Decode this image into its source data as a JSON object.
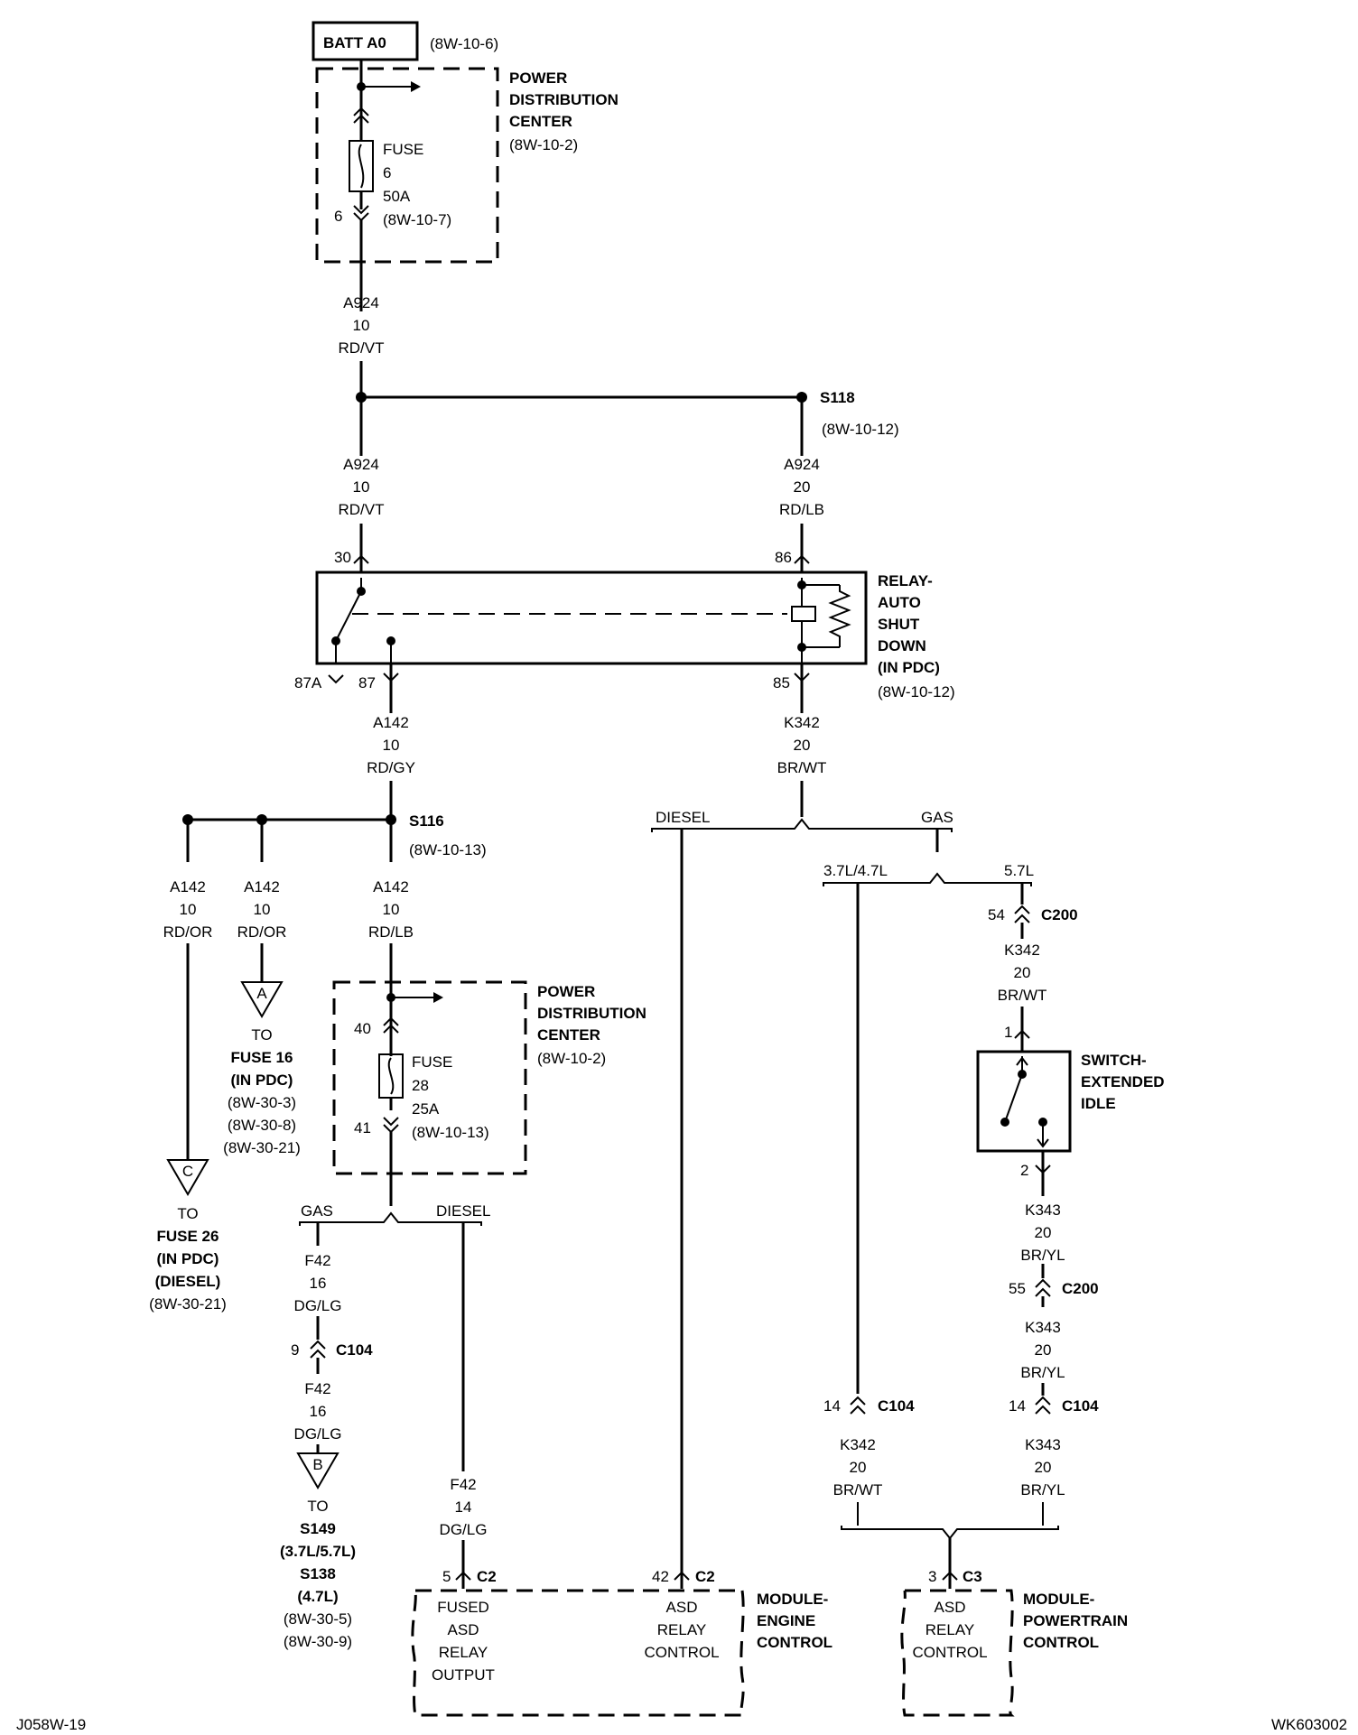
{
  "batt": {
    "label": "BATT A0",
    "ref": "(8W-10-6)"
  },
  "pdc1": {
    "title": [
      "POWER",
      "DISTRIBUTION",
      "CENTER"
    ],
    "ref": "(8W-10-2)",
    "fuse": [
      "FUSE",
      "6",
      "50A",
      "(8W-10-7)"
    ],
    "pin": "6"
  },
  "w_a924_top": [
    "A924",
    "10",
    "RD/VT"
  ],
  "s118": {
    "name": "S118",
    "ref": "(8W-10-12)"
  },
  "w_a924_l": [
    "A924",
    "10",
    "RD/VT"
  ],
  "w_a924_r": [
    "A924",
    "20",
    "RD/LB"
  ],
  "relay": {
    "title": [
      "RELAY-",
      "AUTO",
      "SHUT",
      "DOWN",
      "(IN PDC)"
    ],
    "ref": "(8W-10-12)",
    "p30": "30",
    "p86": "86",
    "p87a": "87A",
    "p87": "87",
    "p85": "85"
  },
  "w_a142_top": [
    "A142",
    "10",
    "RD/GY"
  ],
  "w_k342_top": [
    "K342",
    "20",
    "BR/WT"
  ],
  "s116": {
    "name": "S116",
    "ref": "(8W-10-13)"
  },
  "split1": {
    "diesel": "DIESEL",
    "gas": "GAS"
  },
  "split2": {
    "l": "3.7L/4.7L",
    "r": "5.7L"
  },
  "w_a142_c": [
    "A142",
    "10",
    "RD/OR"
  ],
  "w_a142_a": [
    "A142",
    "10",
    "RD/OR"
  ],
  "w_a142_lb": [
    "A142",
    "10",
    "RD/LB"
  ],
  "conn_a": {
    "letter": "A",
    "text": [
      "TO",
      "FUSE 16",
      "(IN PDC)",
      "(8W-30-3)",
      "(8W-30-8)",
      "(8W-30-21)"
    ]
  },
  "conn_c": {
    "letter": "C",
    "text": [
      "TO",
      "FUSE 26",
      "(IN PDC)",
      "(DIESEL)",
      "(8W-30-21)"
    ]
  },
  "pdc2": {
    "title": [
      "POWER",
      "DISTRIBUTION",
      "CENTER"
    ],
    "ref": "(8W-10-2)",
    "fuse": [
      "FUSE",
      "28",
      "25A",
      "(8W-10-13)"
    ],
    "pin_in": "40",
    "pin_out": "41"
  },
  "c200_54": {
    "pin": "54",
    "name": "C200"
  },
  "w_k342_sw": [
    "K342",
    "20",
    "BR/WT"
  ],
  "switch": {
    "title": [
      "SWITCH-",
      "EXTENDED",
      "IDLE"
    ],
    "p1": "1",
    "p2": "2"
  },
  "split3": {
    "gas": "GAS",
    "diesel": "DIESEL"
  },
  "w_f42_a": [
    "F42",
    "16",
    "DG/LG"
  ],
  "c104_9": {
    "pin": "9",
    "name": "C104"
  },
  "w_f42_b": [
    "F42",
    "16",
    "DG/LG"
  ],
  "conn_b": {
    "letter": "B",
    "text": [
      "TO",
      "S149",
      "(3.7L/5.7L)",
      "S138",
      "(4.7L)",
      "(8W-30-5)",
      "(8W-30-9)"
    ]
  },
  "w_k343_a": [
    "K343",
    "20",
    "BR/YL"
  ],
  "c200_55": {
    "pin": "55",
    "name": "C200"
  },
  "w_k343_b": [
    "K343",
    "20",
    "BR/YL"
  ],
  "c104_14a": {
    "pin": "14",
    "name": "C104"
  },
  "c104_14b": {
    "pin": "14",
    "name": "C104"
  },
  "w_k342_bot": [
    "K342",
    "20",
    "BR/WT"
  ],
  "w_k343_bot": [
    "K343",
    "20",
    "BR/YL"
  ],
  "w_f42_14": [
    "F42",
    "14",
    "DG/LG"
  ],
  "c2_5": {
    "pin": "5",
    "name": "C2"
  },
  "c2_42": {
    "pin": "42",
    "name": "C2"
  },
  "c3_3": {
    "pin": "3",
    "name": "C3"
  },
  "ecm": {
    "title": [
      "MODULE-",
      "ENGINE",
      "CONTROL"
    ],
    "pin1": [
      "FUSED",
      "ASD",
      "RELAY",
      "OUTPUT"
    ],
    "pin2": [
      "ASD",
      "RELAY",
      "CONTROL"
    ]
  },
  "pcm": {
    "title": [
      "MODULE-",
      "POWERTRAIN",
      "CONTROL"
    ],
    "pin": [
      "ASD",
      "RELAY",
      "CONTROL"
    ]
  },
  "footer": {
    "left": "J058W-19",
    "right": "WK603002"
  }
}
